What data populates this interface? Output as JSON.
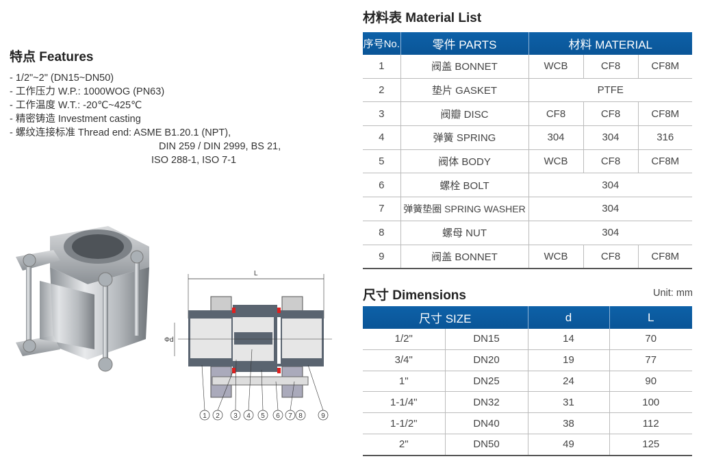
{
  "features": {
    "title": "特点 Features",
    "items": [
      "- 1/2\"~2\" (DN15~DN50)",
      "- 工作压力 W.P.: 1000WOG (PN63)",
      "- 工作温度 W.T.: -20℃~425℃",
      "- 精密铸造 Investment casting",
      "- 螺纹连接标准 Thread end: ASME B1.20.1 (NPT),"
    ],
    "thread_cont": [
      "DIN 259 / DIN 2999, BS 21,",
      "ISO 288-1, ISO 7-1"
    ]
  },
  "drawing": {
    "length_label": "L",
    "diameter_label": "Φd",
    "callouts": [
      "1",
      "2",
      "3",
      "4",
      "5",
      "6",
      "7",
      "8",
      "9"
    ]
  },
  "material_list": {
    "title": "材料表 Material List",
    "headers": {
      "no": "序号No.",
      "parts": "零件 PARTS",
      "material": "材料 MATERIAL"
    },
    "rows": [
      {
        "no": "1",
        "part": "阀盖 BONNET",
        "m": [
          "WCB",
          "CF8",
          "CF8M"
        ]
      },
      {
        "no": "2",
        "part": "垫片 GASKET",
        "m": [
          "PTFE"
        ]
      },
      {
        "no": "3",
        "part": "阀瓣 DISC",
        "m": [
          "CF8",
          "CF8",
          "CF8M"
        ]
      },
      {
        "no": "4",
        "part": "弹簧 SPRING",
        "m": [
          "304",
          "304",
          "316"
        ]
      },
      {
        "no": "5",
        "part": "阀体 BODY",
        "m": [
          "WCB",
          "CF8",
          "CF8M"
        ]
      },
      {
        "no": "6",
        "part": "螺栓 BOLT",
        "m": [
          "304"
        ]
      },
      {
        "no": "7",
        "part": "弹簧垫圈 SPRING WASHER",
        "m": [
          "304"
        ]
      },
      {
        "no": "8",
        "part": "螺母 NUT",
        "m": [
          "304"
        ]
      },
      {
        "no": "9",
        "part": "阀盖 BONNET",
        "m": [
          "WCB",
          "CF8",
          "CF8M"
        ]
      }
    ]
  },
  "dimensions": {
    "title": "尺寸 Dimensions",
    "unit": "Unit: mm",
    "headers": {
      "size": "尺寸 SIZE",
      "d": "d",
      "L": "L"
    },
    "rows": [
      {
        "inch": "1/2\"",
        "dn": "DN15",
        "d": "14",
        "L": "70"
      },
      {
        "inch": "3/4\"",
        "dn": "DN20",
        "d": "19",
        "L": "77"
      },
      {
        "inch": "1\"",
        "dn": "DN25",
        "d": "24",
        "L": "90"
      },
      {
        "inch": "1-1/4\"",
        "dn": "DN32",
        "d": "31",
        "L": "100"
      },
      {
        "inch": "1-1/2\"",
        "dn": "DN40",
        "d": "38",
        "L": "112"
      },
      {
        "inch": "2\"",
        "dn": "DN50",
        "d": "49",
        "L": "125"
      }
    ]
  },
  "colors": {
    "header_blue": "#0a5aa0",
    "gasket_red": "#e0201f",
    "body_gray": "#5a6470"
  }
}
